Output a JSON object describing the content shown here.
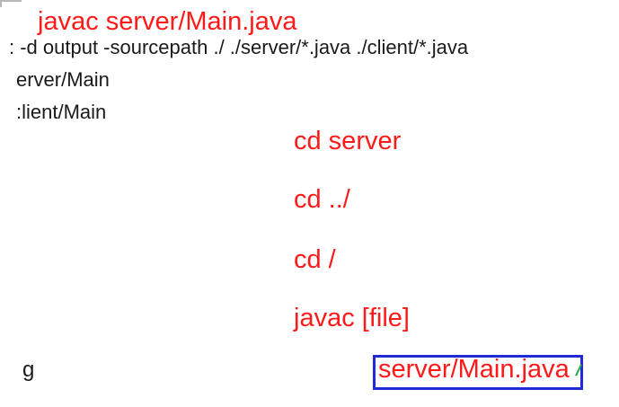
{
  "document": {
    "title": "javac server/Main.java",
    "command_line": ": -d output -sourcepath ./ ./server/*.java ./client/*.java",
    "server_main": "erver/Main",
    "client_main": ":lient/Main",
    "commands": [
      "cd server",
      "cd ../",
      "cd /",
      "javac [file]"
    ],
    "bottom_left": "g",
    "bottom_highlight": "server/Main.java"
  },
  "colors": {
    "red_text": "#ff1a1a",
    "black_text": "#1a1a1a",
    "highlight_border": "#1f2bd6",
    "cursor": "#2aa84a"
  }
}
